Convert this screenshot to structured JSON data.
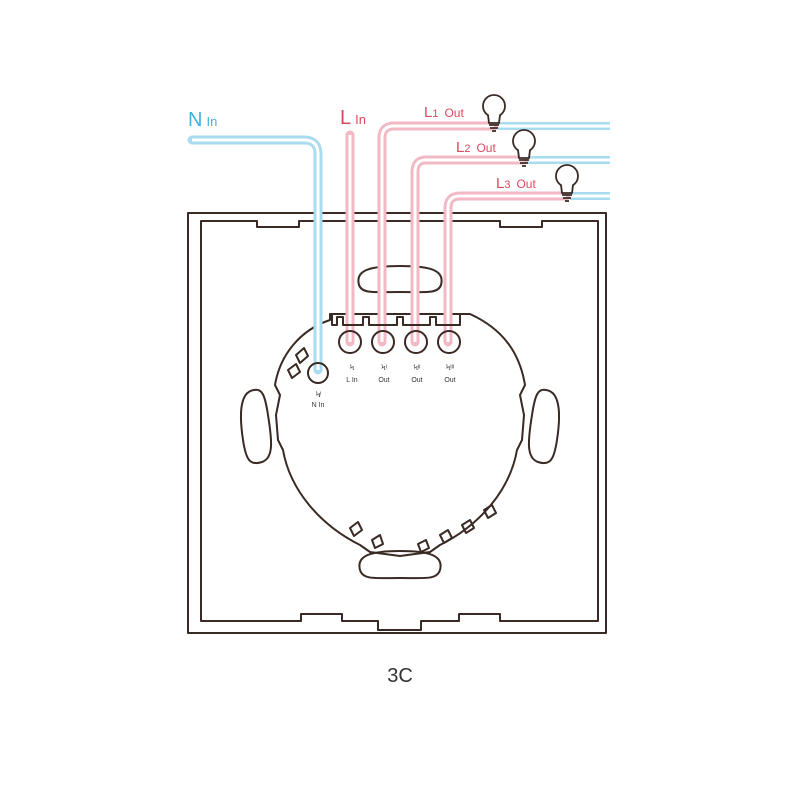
{
  "labels": {
    "n_in": {
      "main": "N",
      "sub": "In"
    },
    "l_in": {
      "main": "L",
      "sub": "In"
    },
    "l1_out": {
      "main": "L",
      "num": "1",
      "sub": "Out"
    },
    "l2_out": {
      "main": "L",
      "num": "2",
      "sub": "Out"
    },
    "l3_out": {
      "main": "L",
      "num": "3",
      "sub": "Out"
    }
  },
  "terminals": [
    {
      "glyph": "Ϟ̸",
      "name": "N In"
    },
    {
      "glyph": "Ϟ",
      "name": "L In"
    },
    {
      "glyph": "Ϟᴵ",
      "name": "Out"
    },
    {
      "glyph": "Ϟᴵᴵ",
      "name": "Out"
    },
    {
      "glyph": "Ϟᴵᴵᴵ",
      "name": "Out"
    }
  ],
  "caption": "3C",
  "colors": {
    "neutral_wire": "#aadcef",
    "live_wire": "#f2b8c3",
    "neutral_text": "#3fb3de",
    "live_text": "#d94a5e",
    "outline": "#3a2a24"
  },
  "icons": [
    "light-bulb-icon",
    "light-bulb-icon",
    "light-bulb-icon"
  ]
}
